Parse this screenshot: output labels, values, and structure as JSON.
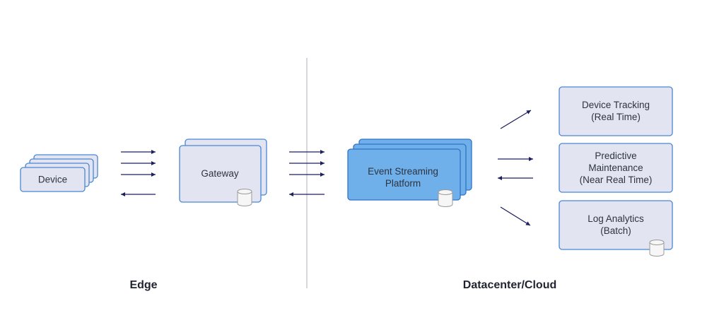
{
  "colors": {
    "box_fill": "#e2e5f1",
    "box_stroke": "#4a86d4",
    "highlight_fill": "#6fb0ea",
    "highlight_stroke": "#2f73c6",
    "arrow": "#1d1f5e",
    "divider": "#c9ccd3",
    "db_fill": "#f6f6f6",
    "db_stroke": "#9a9a9a"
  },
  "nodes": {
    "device": {
      "label": "Device"
    },
    "gateway": {
      "label": "Gateway"
    },
    "event_streaming": {
      "line1": "Event Streaming",
      "line2": "Platform"
    },
    "device_tracking": {
      "line1": "Device Tracking",
      "line2": "(Real Time)"
    },
    "predictive_maintenance": {
      "line1": "Predictive",
      "line2": "Maintenance",
      "line3": "(Near Real Time)"
    },
    "log_analytics": {
      "line1": "Log Analytics",
      "line2": "(Batch)"
    }
  },
  "regions": {
    "edge": "Edge",
    "datacenter": "Datacenter/Cloud"
  },
  "icons": {
    "storage": "database-cylinder-icon",
    "flow": "arrow-icon"
  }
}
